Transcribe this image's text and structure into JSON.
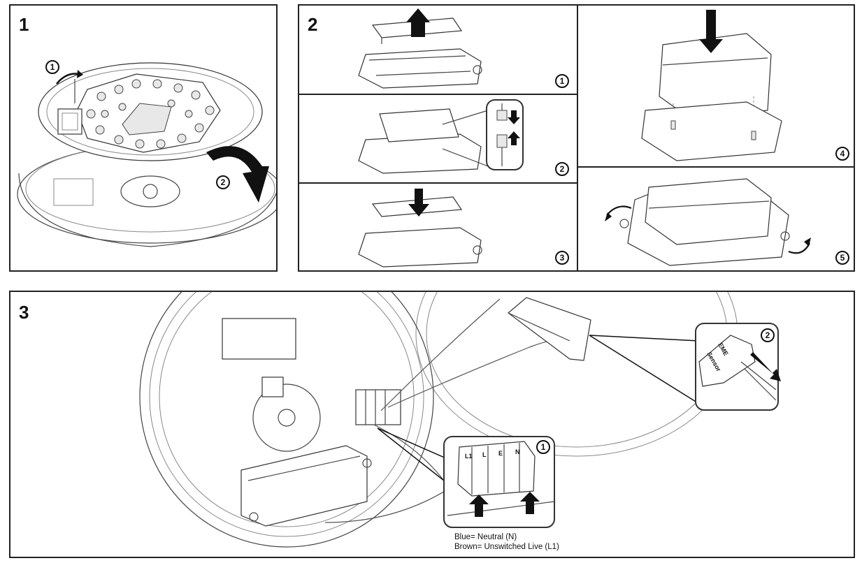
{
  "panels": {
    "p1": {
      "number": "1",
      "callouts": [
        "1",
        "2"
      ]
    },
    "p2": {
      "number": "2",
      "callouts": [
        "1",
        "2",
        "3",
        "4",
        "5"
      ]
    },
    "p3": {
      "number": "3",
      "callouts": [
        "1",
        "2"
      ]
    }
  },
  "terminal_labels": {
    "block": [
      "L1",
      "L",
      "E",
      "N"
    ],
    "socket": [
      "EME",
      "Sensor"
    ]
  },
  "legend": {
    "blue": "Blue= Neutral (N)",
    "brown": "Brown= Unswitched Live (L1)"
  }
}
